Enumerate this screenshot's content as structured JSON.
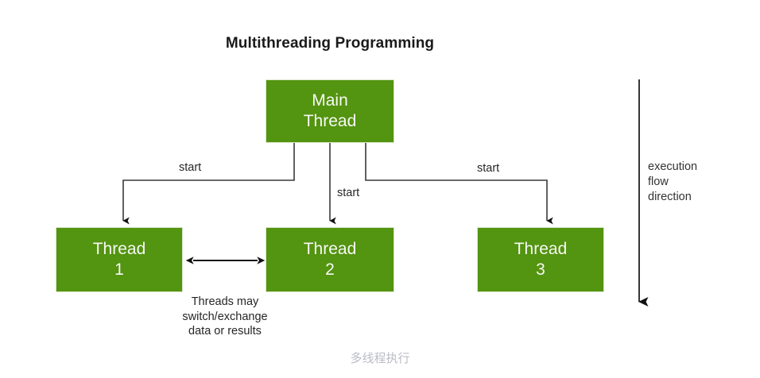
{
  "diagram": {
    "title": "Multithreading Programming",
    "caption": "多线程执行",
    "colors": {
      "node_fill": "#539410",
      "node_text": "#f7f9f5",
      "node_border": "#d9e7c9",
      "line": "#3a3a3a",
      "label_text": "#262626",
      "title_text": "#1a1a1a",
      "caption_text": "#b9bcc2",
      "background": "#ffffff"
    },
    "nodes": [
      {
        "id": "main-thread",
        "line1": "Main",
        "line2": "Thread"
      },
      {
        "id": "thread-1",
        "line1": "Thread",
        "line2": "1"
      },
      {
        "id": "thread-2",
        "line1": "Thread",
        "line2": "2"
      },
      {
        "id": "thread-3",
        "line1": "Thread",
        "line2": "3"
      }
    ],
    "edges": [
      {
        "id": "start-left",
        "label": "start",
        "from": "main-thread",
        "to": "thread-1"
      },
      {
        "id": "start-middle",
        "label": "start",
        "from": "main-thread",
        "to": "thread-2"
      },
      {
        "id": "start-right",
        "label": "start",
        "from": "main-thread",
        "to": "thread-3"
      },
      {
        "id": "exchange",
        "label": "",
        "from": "thread-1",
        "to": "thread-2",
        "bidirectional": true
      }
    ],
    "notes": {
      "exchange_line1": "Threads may",
      "exchange_line2": "switch/exchange",
      "exchange_line3": "data or results",
      "flow_line1": "execution",
      "flow_line2": "flow",
      "flow_line3": "direction"
    }
  }
}
